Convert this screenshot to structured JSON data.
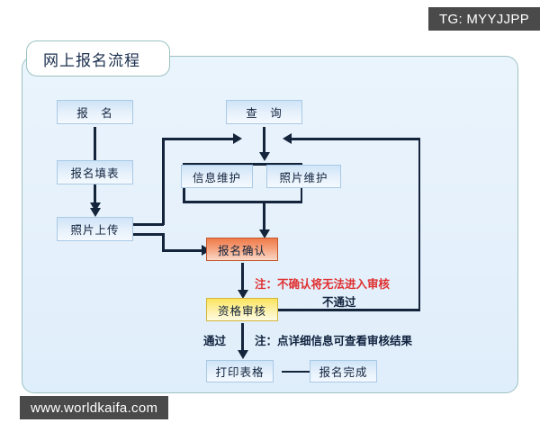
{
  "watermarks": {
    "top_right": "TG: MYYJJPP",
    "bottom_left": "www.worldkaifa.com"
  },
  "panel": {
    "title": "网上报名流程"
  },
  "colors": {
    "panel_background": "#e6f1fb",
    "panel_border": "#9cc2c2",
    "node_blue": "#cfe4f7",
    "node_orange": "#ef7b4a",
    "node_yellow": "#fbe45e",
    "connector": "#14243b",
    "note_red": "#e03030",
    "watermark_background": "#4a4a4a"
  },
  "nodes": [
    {
      "id": "register",
      "label": "报　名",
      "style": "blue"
    },
    {
      "id": "fill-form",
      "label": "报名填表",
      "style": "blue"
    },
    {
      "id": "photo-upload",
      "label": "照片上传",
      "style": "blue"
    },
    {
      "id": "query",
      "label": "查　询",
      "style": "blue"
    },
    {
      "id": "info-maintain",
      "label": "信息维护",
      "style": "blue"
    },
    {
      "id": "photo-maintain",
      "label": "照片维护",
      "style": "blue"
    },
    {
      "id": "confirm",
      "label": "报名确认",
      "style": "orange"
    },
    {
      "id": "qualify-review",
      "label": "资格审核",
      "style": "yellow"
    },
    {
      "id": "print-form",
      "label": "打印表格",
      "style": "blue"
    },
    {
      "id": "complete",
      "label": "报名完成",
      "style": "blue"
    }
  ],
  "annotations": {
    "confirm_note": "注：不确认将无法进入审核",
    "fail_label": "不通过",
    "pass_label": "通过",
    "review_note": "注：点详细信息可查看审核结果"
  }
}
